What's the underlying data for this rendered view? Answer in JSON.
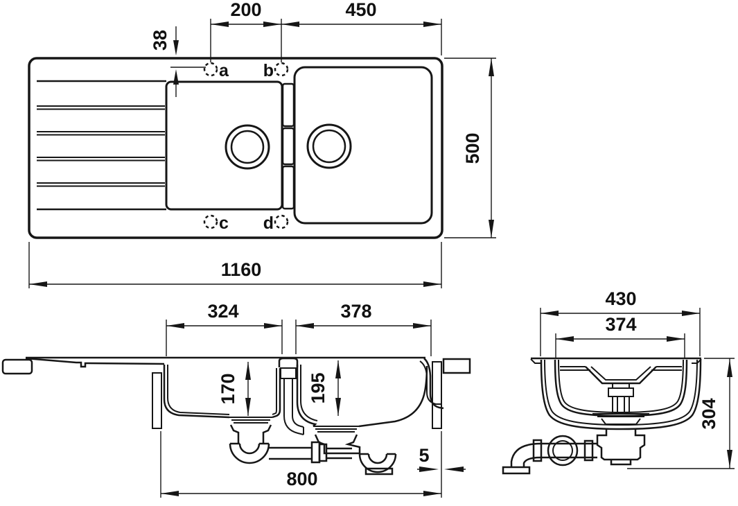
{
  "top_view": {
    "hole_spacing": "200",
    "main_bowl_width": "450",
    "hole_edge_offset": "38",
    "sink_depth": "500",
    "sink_length": "1160",
    "holes": [
      {
        "label": "a"
      },
      {
        "label": "b"
      },
      {
        "label": "c"
      },
      {
        "label": "d"
      }
    ]
  },
  "front_view": {
    "left_bowl_width": "324",
    "right_bowl_width": "378",
    "left_bowl_depth": "170",
    "right_bowl_depth": "195",
    "edge_clearance": "5",
    "cabinet_width": "800"
  },
  "side_view": {
    "outer_width": "430",
    "inner_width": "374",
    "installed_height": "304"
  },
  "colors": {
    "line": "#161616",
    "background": "#ffffff"
  }
}
